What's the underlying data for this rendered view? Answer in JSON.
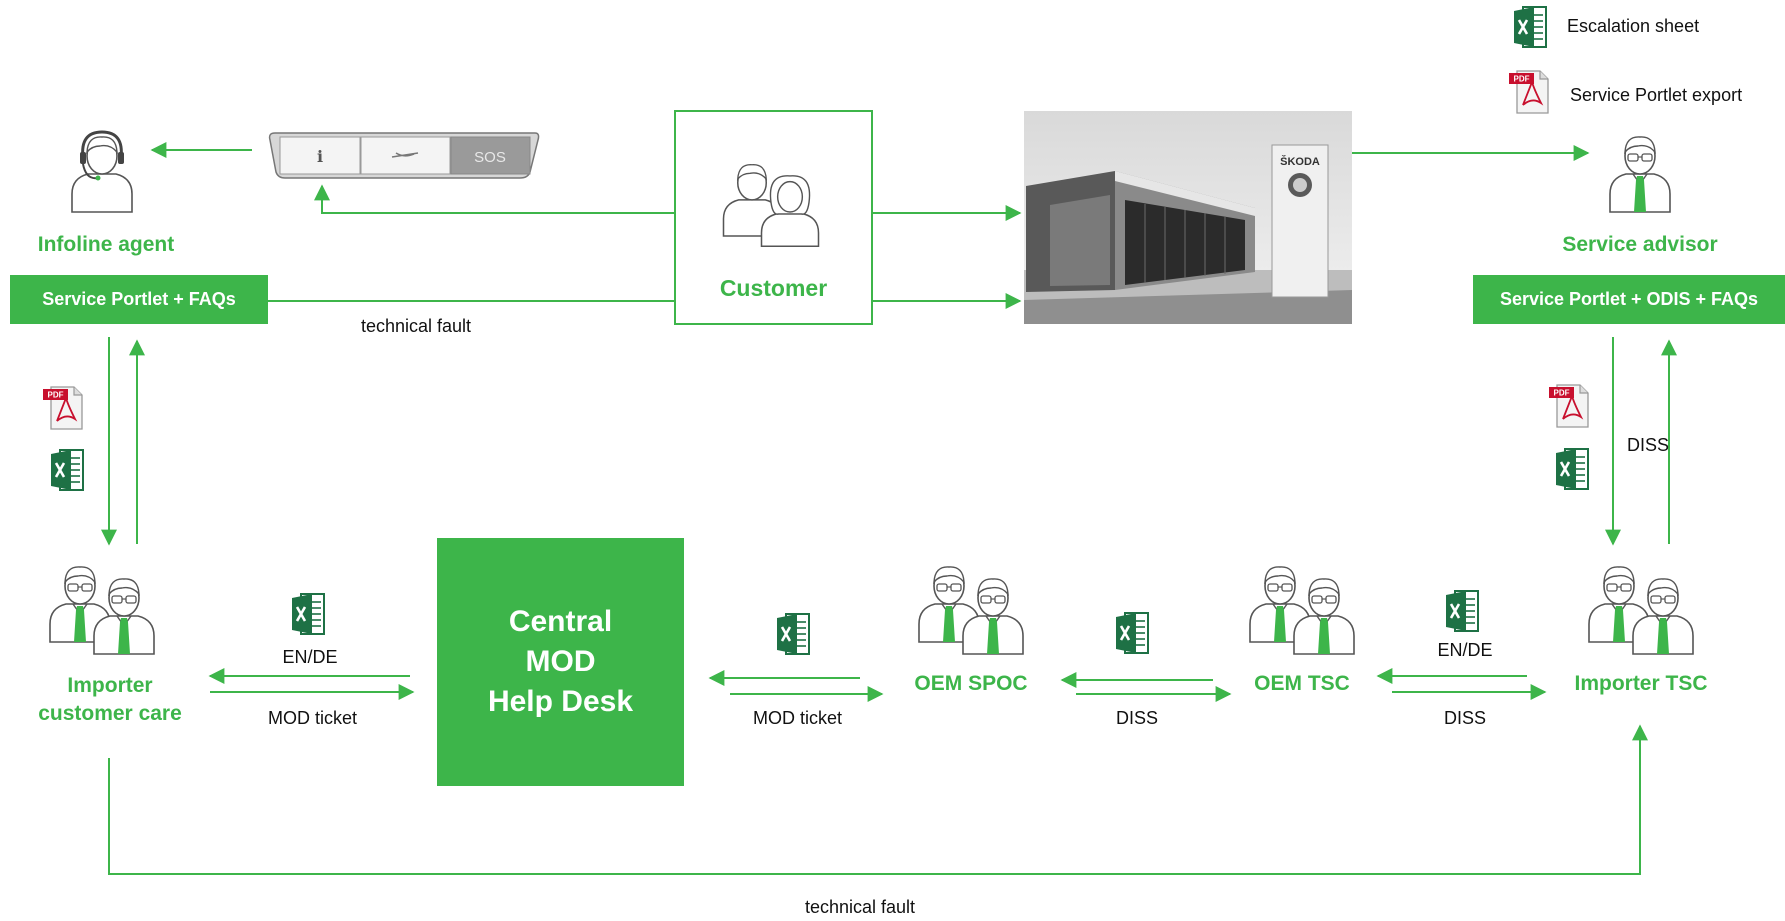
{
  "colors": {
    "accent": "#3db54a",
    "line": "#3db54a",
    "excel": "#1e7145",
    "pdf": "#c8102e"
  },
  "legend": {
    "escalation_sheet": "Escalation sheet",
    "service_portlet_export": "Service Portlet export"
  },
  "nodes": {
    "infoline_agent": "Infoline agent",
    "customer": "Customer",
    "service_advisor": "Service advisor",
    "importer_customer_care_line1": "Importer",
    "importer_customer_care_line2": "customer care",
    "central_mod_line1": "Central",
    "central_mod_line2": "MOD",
    "central_mod_line3": "Help Desk",
    "oem_spoc": "OEM SPOC",
    "oem_tsc": "OEM TSC",
    "importer_tsc": "Importer TSC"
  },
  "bars": {
    "left": "Service Portlet + FAQs",
    "right": "Service Portlet + ODIS + FAQs"
  },
  "edge_labels": {
    "technical_fault_top": "technical fault",
    "technical_fault_bottom": "technical fault",
    "en_de_left": "EN/DE",
    "mod_ticket_left": "MOD ticket",
    "mod_ticket_right": "MOD ticket",
    "diss_spoc_tsc": "DISS",
    "en_de_right": "EN/DE",
    "diss_tsc_importer": "DISS",
    "diss_vertical": "DISS"
  },
  "icons": {
    "dealer_building": "dealer-building-photo",
    "button_panel": "sos-button-panel"
  }
}
